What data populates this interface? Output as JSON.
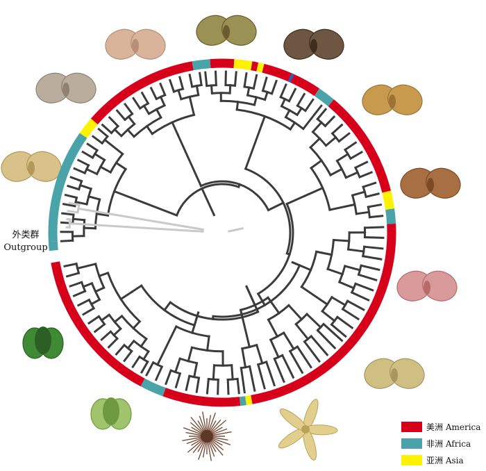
{
  "outgroup_label": {
    "cn": "外类群",
    "en": "Outgroup"
  },
  "regions": [
    {
      "key": "america",
      "label": "美洲 America",
      "color": "#D7001A"
    },
    {
      "key": "africa",
      "label": "非洲 Africa",
      "color": "#49A3A9"
    },
    {
      "key": "asia",
      "label": "亚洲 Asia",
      "color": "#FFF200"
    }
  ],
  "branch_color": "#3b3b3b",
  "outgroup_branch_color": "#c9c9c9",
  "minor_mark_color": "#2c5fb7",
  "fruit_icons": [
    "samara-fruit-icon",
    "samara-fruit-icon",
    "samara-fruit-icon",
    "samara-fruit-icon",
    "samara-fruit-icon",
    "samara-fruit-icon",
    "samara-fruit-icon",
    "samara-fruit-icon",
    "samara-fruit-icon",
    "star-fruit-icon",
    "spiny-fruit-icon",
    "capsule-fruit-icon",
    "capsule-fruit-icon"
  ]
}
